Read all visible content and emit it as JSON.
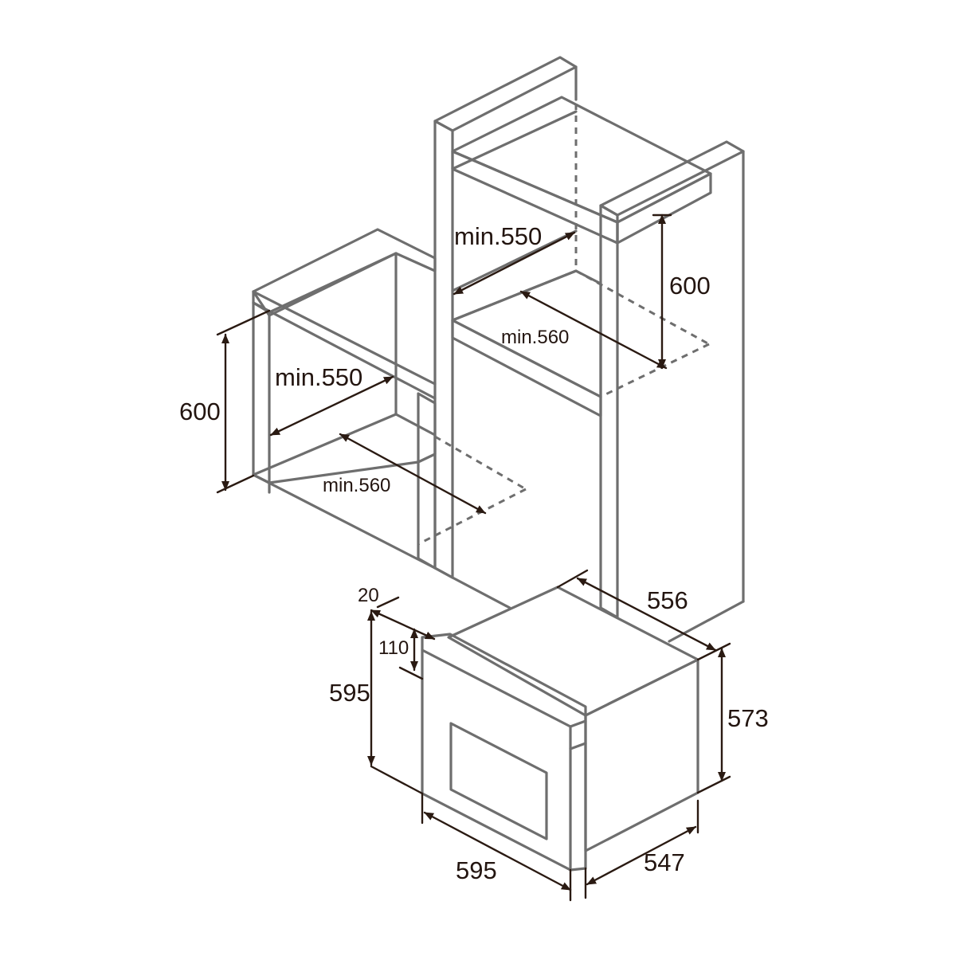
{
  "diagram": {
    "labels": {
      "tall_min550": "min.550",
      "tall_600": "600",
      "tall_min560": "min.560",
      "under_min550": "min.550",
      "under_600": "600",
      "under_min560": "min.560",
      "oven_20": "20",
      "oven_110": "110",
      "oven_595_height": "595",
      "oven_556": "556",
      "oven_573": "573",
      "oven_595_width": "595",
      "oven_547": "547"
    },
    "colors": {
      "cabinet_lines": "#6e6e6e",
      "dimension_lines": "#2a1a12",
      "text": "#231510"
    }
  }
}
